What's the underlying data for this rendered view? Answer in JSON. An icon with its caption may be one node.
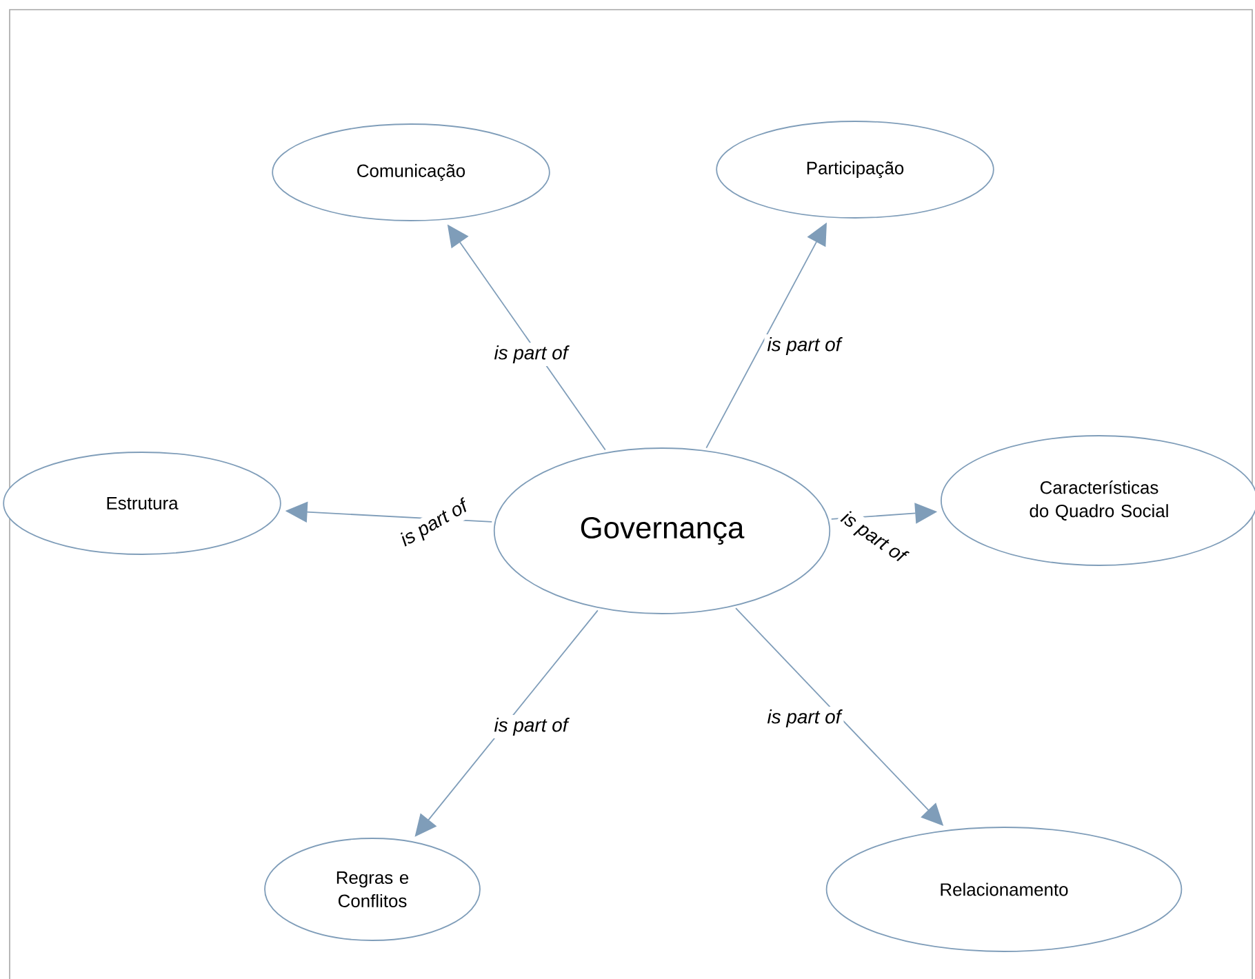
{
  "diagram": {
    "nodes": [
      {
        "text": [
          "Governança"
        ]
      },
      {
        "text": [
          "Comunicação"
        ]
      },
      {
        "text": [
          "Participação"
        ]
      },
      {
        "text": [
          "Estrutura"
        ]
      },
      {
        "text": [
          "Características do Quadro Social"
        ]
      },
      {
        "text": [
          "Regras e Conflitos"
        ]
      },
      {
        "text": [
          "Relacionamento"
        ]
      }
    ],
    "edges": [
      {
        "from": 0,
        "to": 1,
        "arrow": "to",
        "label": "is part of"
      },
      {
        "from": 0,
        "to": 2,
        "arrow": "to",
        "label": "is part of"
      },
      {
        "from": 0,
        "to": 3,
        "arrow": "to",
        "label": "is part of"
      },
      {
        "from": 0,
        "to": 4,
        "arrow": "to",
        "label": "is part of"
      },
      {
        "from": 0,
        "to": 5,
        "arrow": "to",
        "label": "is part of"
      },
      {
        "from": 0,
        "to": 6,
        "arrow": "to",
        "label": "is part of"
      }
    ]
  }
}
